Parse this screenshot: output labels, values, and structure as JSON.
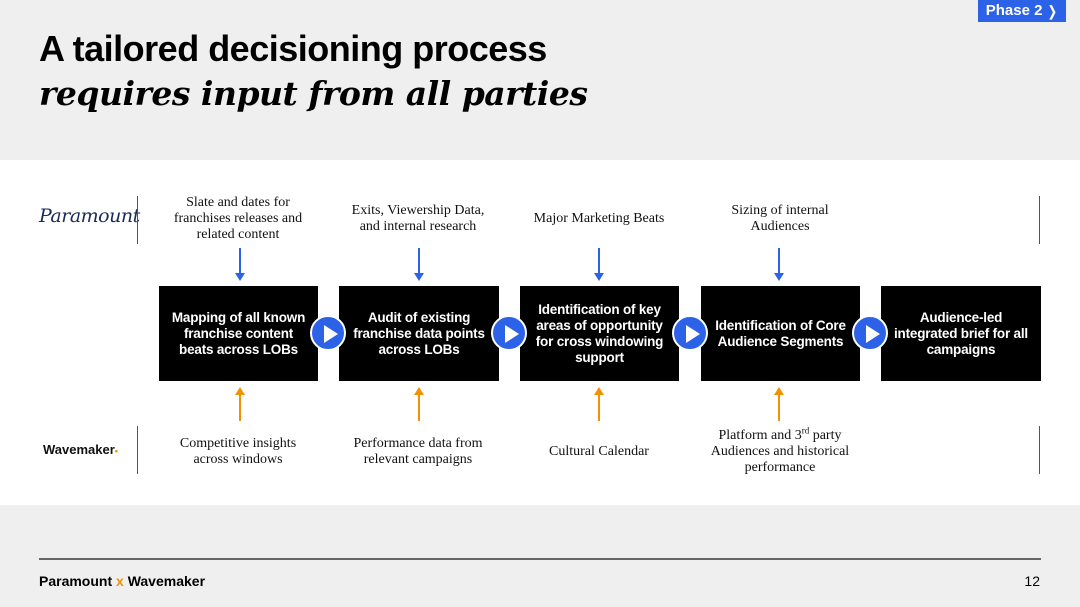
{
  "phase_badge": {
    "label": "Phase 2",
    "icon": "chevron-right"
  },
  "title": "A tailored decisioning process",
  "subtitle": "requires input from all parties",
  "rows": {
    "top_logo": "Paramount",
    "bottom_logo": "Wavemaker"
  },
  "steps": [
    {
      "label": "Mapping of all known franchise content beats across LOBs",
      "top": "Slate and dates for franchises releases and related content",
      "bottom": "Competitive insights across windows"
    },
    {
      "label": "Audit of existing franchise data points across LOBs",
      "top": "Exits, Viewership Data, and internal research",
      "bottom": "Performance data from relevant campaigns"
    },
    {
      "label": "Identification of key areas of opportunity for cross windowing support",
      "top": "Major Marketing Beats",
      "bottom": "Cultural Calendar"
    },
    {
      "label": "Identification of Core Audience Segments",
      "top": "Sizing of internal Audiences",
      "bottom_pre": "Platform and 3",
      "bottom_sup": "rd",
      "bottom_post": " party Audiences and historical performance"
    },
    {
      "label": "Audience-led integrated brief for all campaigns",
      "top": "",
      "bottom": ""
    }
  ],
  "footer": {
    "brand_left": "Paramount",
    "brand_x": " x ",
    "brand_right": "Wavemaker",
    "page_number": "12"
  },
  "colors": {
    "accent_blue": "#2b62e8",
    "accent_orange": "#f39200",
    "box_bg": "#000000"
  }
}
